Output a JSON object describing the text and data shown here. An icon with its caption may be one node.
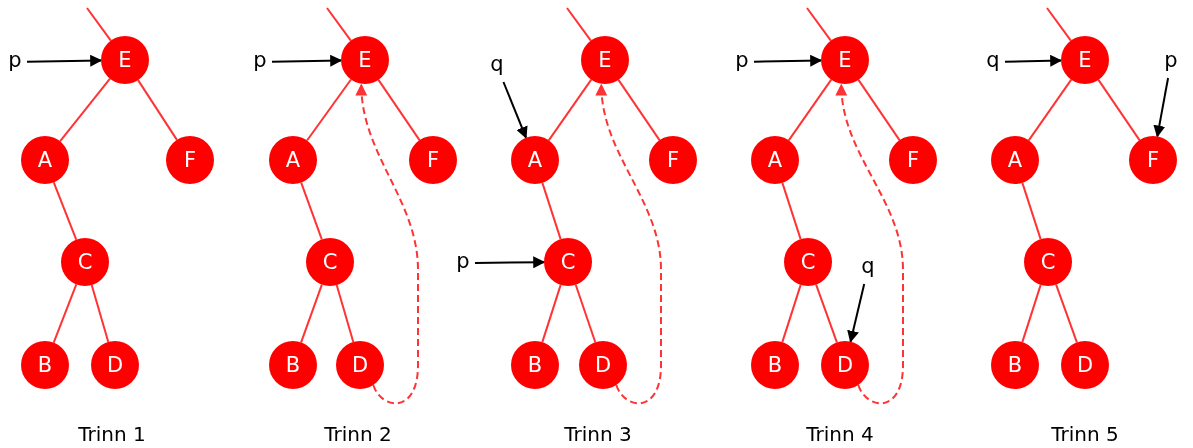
{
  "diagram": {
    "nodes": [
      {
        "text": [
          "p"
        ]
      },
      {
        "text": [
          "E"
        ]
      },
      {
        "text": [
          "A"
        ]
      },
      {
        "text": [
          "F"
        ]
      },
      {
        "text": [
          "C"
        ]
      },
      {
        "text": [
          "B"
        ]
      },
      {
        "text": [
          "D"
        ]
      },
      {
        "text": [
          "p"
        ]
      },
      {
        "text": [
          "E"
        ]
      },
      {
        "text": [
          "A"
        ]
      },
      {
        "text": [
          "F"
        ]
      },
      {
        "text": [
          "C"
        ]
      },
      {
        "text": [
          "B"
        ]
      },
      {
        "text": [
          "D"
        ]
      },
      {
        "text": [
          "q"
        ]
      },
      {
        "text": [
          "E"
        ]
      },
      {
        "text": [
          "A"
        ]
      },
      {
        "text": [
          "F"
        ]
      },
      {
        "text": [
          "p"
        ]
      },
      {
        "text": [
          "C"
        ]
      },
      {
        "text": [
          "B"
        ]
      },
      {
        "text": [
          "D"
        ]
      },
      {
        "text": [
          "p"
        ]
      },
      {
        "text": [
          "E"
        ]
      },
      {
        "text": [
          "A"
        ]
      },
      {
        "text": [
          "F"
        ]
      },
      {
        "text": [
          "C"
        ]
      },
      {
        "text": [
          "q"
        ]
      },
      {
        "text": [
          "B"
        ]
      },
      {
        "text": [
          "D"
        ]
      },
      {
        "text": [
          "q"
        ]
      },
      {
        "text": [
          "E"
        ]
      },
      {
        "text": [
          "p"
        ]
      },
      {
        "text": [
          "A"
        ]
      },
      {
        "text": [
          "F"
        ]
      },
      {
        "text": [
          "C"
        ]
      },
      {
        "text": [
          "B"
        ]
      },
      {
        "text": [
          "D"
        ]
      }
    ],
    "edges": [
      {
        "from": null,
        "to": 1,
        "arrow": "none"
      },
      {
        "from": 1,
        "to": 2,
        "arrow": "none"
      },
      {
        "from": 1,
        "to": 3,
        "arrow": "none"
      },
      {
        "from": 2,
        "to": 4,
        "arrow": "none"
      },
      {
        "from": 4,
        "to": 5,
        "arrow": "none"
      },
      {
        "from": 4,
        "to": 6,
        "arrow": "none"
      },
      {
        "from": 0,
        "to": 1,
        "arrow": "to",
        "color": "#000000"
      },
      {
        "from": null,
        "to": 8,
        "arrow": "none"
      },
      {
        "from": 8,
        "to": 9,
        "arrow": "none"
      },
      {
        "from": 8,
        "to": 10,
        "arrow": "none"
      },
      {
        "from": 9,
        "to": 11,
        "arrow": "none"
      },
      {
        "from": 11,
        "to": 12,
        "arrow": "none"
      },
      {
        "from": 11,
        "to": 13,
        "arrow": "none"
      },
      {
        "from": 7,
        "to": 8,
        "arrow": "to",
        "color": "#000000"
      },
      {
        "from": 13,
        "to": 8,
        "arrow": "to",
        "style": "dashed"
      },
      {
        "from": null,
        "to": 15,
        "arrow": "none"
      },
      {
        "from": 15,
        "to": 16,
        "arrow": "none"
      },
      {
        "from": 15,
        "to": 17,
        "arrow": "none"
      },
      {
        "from": 16,
        "to": 19,
        "arrow": "none"
      },
      {
        "from": 19,
        "to": 20,
        "arrow": "none"
      },
      {
        "from": 19,
        "to": 21,
        "arrow": "none"
      },
      {
        "from": 14,
        "to": 16,
        "arrow": "to",
        "color": "#000000"
      },
      {
        "from": 18,
        "to": 19,
        "arrow": "to",
        "color": "#000000"
      },
      {
        "from": 21,
        "to": 15,
        "arrow": "to",
        "style": "dashed"
      },
      {
        "from": null,
        "to": 23,
        "arrow": "none"
      },
      {
        "from": 23,
        "to": 24,
        "arrow": "none"
      },
      {
        "from": 23,
        "to": 25,
        "arrow": "none"
      },
      {
        "from": 24,
        "to": 26,
        "arrow": "none"
      },
      {
        "from": 26,
        "to": 28,
        "arrow": "none"
      },
      {
        "from": 26,
        "to": 29,
        "arrow": "none"
      },
      {
        "from": 22,
        "to": 23,
        "arrow": "to",
        "color": "#000000"
      },
      {
        "from": 27,
        "to": 29,
        "arrow": "to",
        "color": "#000000"
      },
      {
        "from": 29,
        "to": 23,
        "arrow": "to",
        "style": "dashed"
      },
      {
        "from": null,
        "to": 31,
        "arrow": "none"
      },
      {
        "from": 31,
        "to": 33,
        "arrow": "none"
      },
      {
        "from": 31,
        "to": 34,
        "arrow": "none"
      },
      {
        "from": 33,
        "to": 35,
        "arrow": "none"
      },
      {
        "from": 35,
        "to": 36,
        "arrow": "none"
      },
      {
        "from": 35,
        "to": 37,
        "arrow": "none"
      },
      {
        "from": 30,
        "to": 31,
        "arrow": "to",
        "color": "#000000"
      },
      {
        "from": 32,
        "to": 34,
        "arrow": "to",
        "color": "#000000"
      }
    ],
    "labels": [
      "Trinn 1",
      "Trinn 2",
      "Trinn 3",
      "Trinn 4",
      "Trinn 5"
    ]
  }
}
